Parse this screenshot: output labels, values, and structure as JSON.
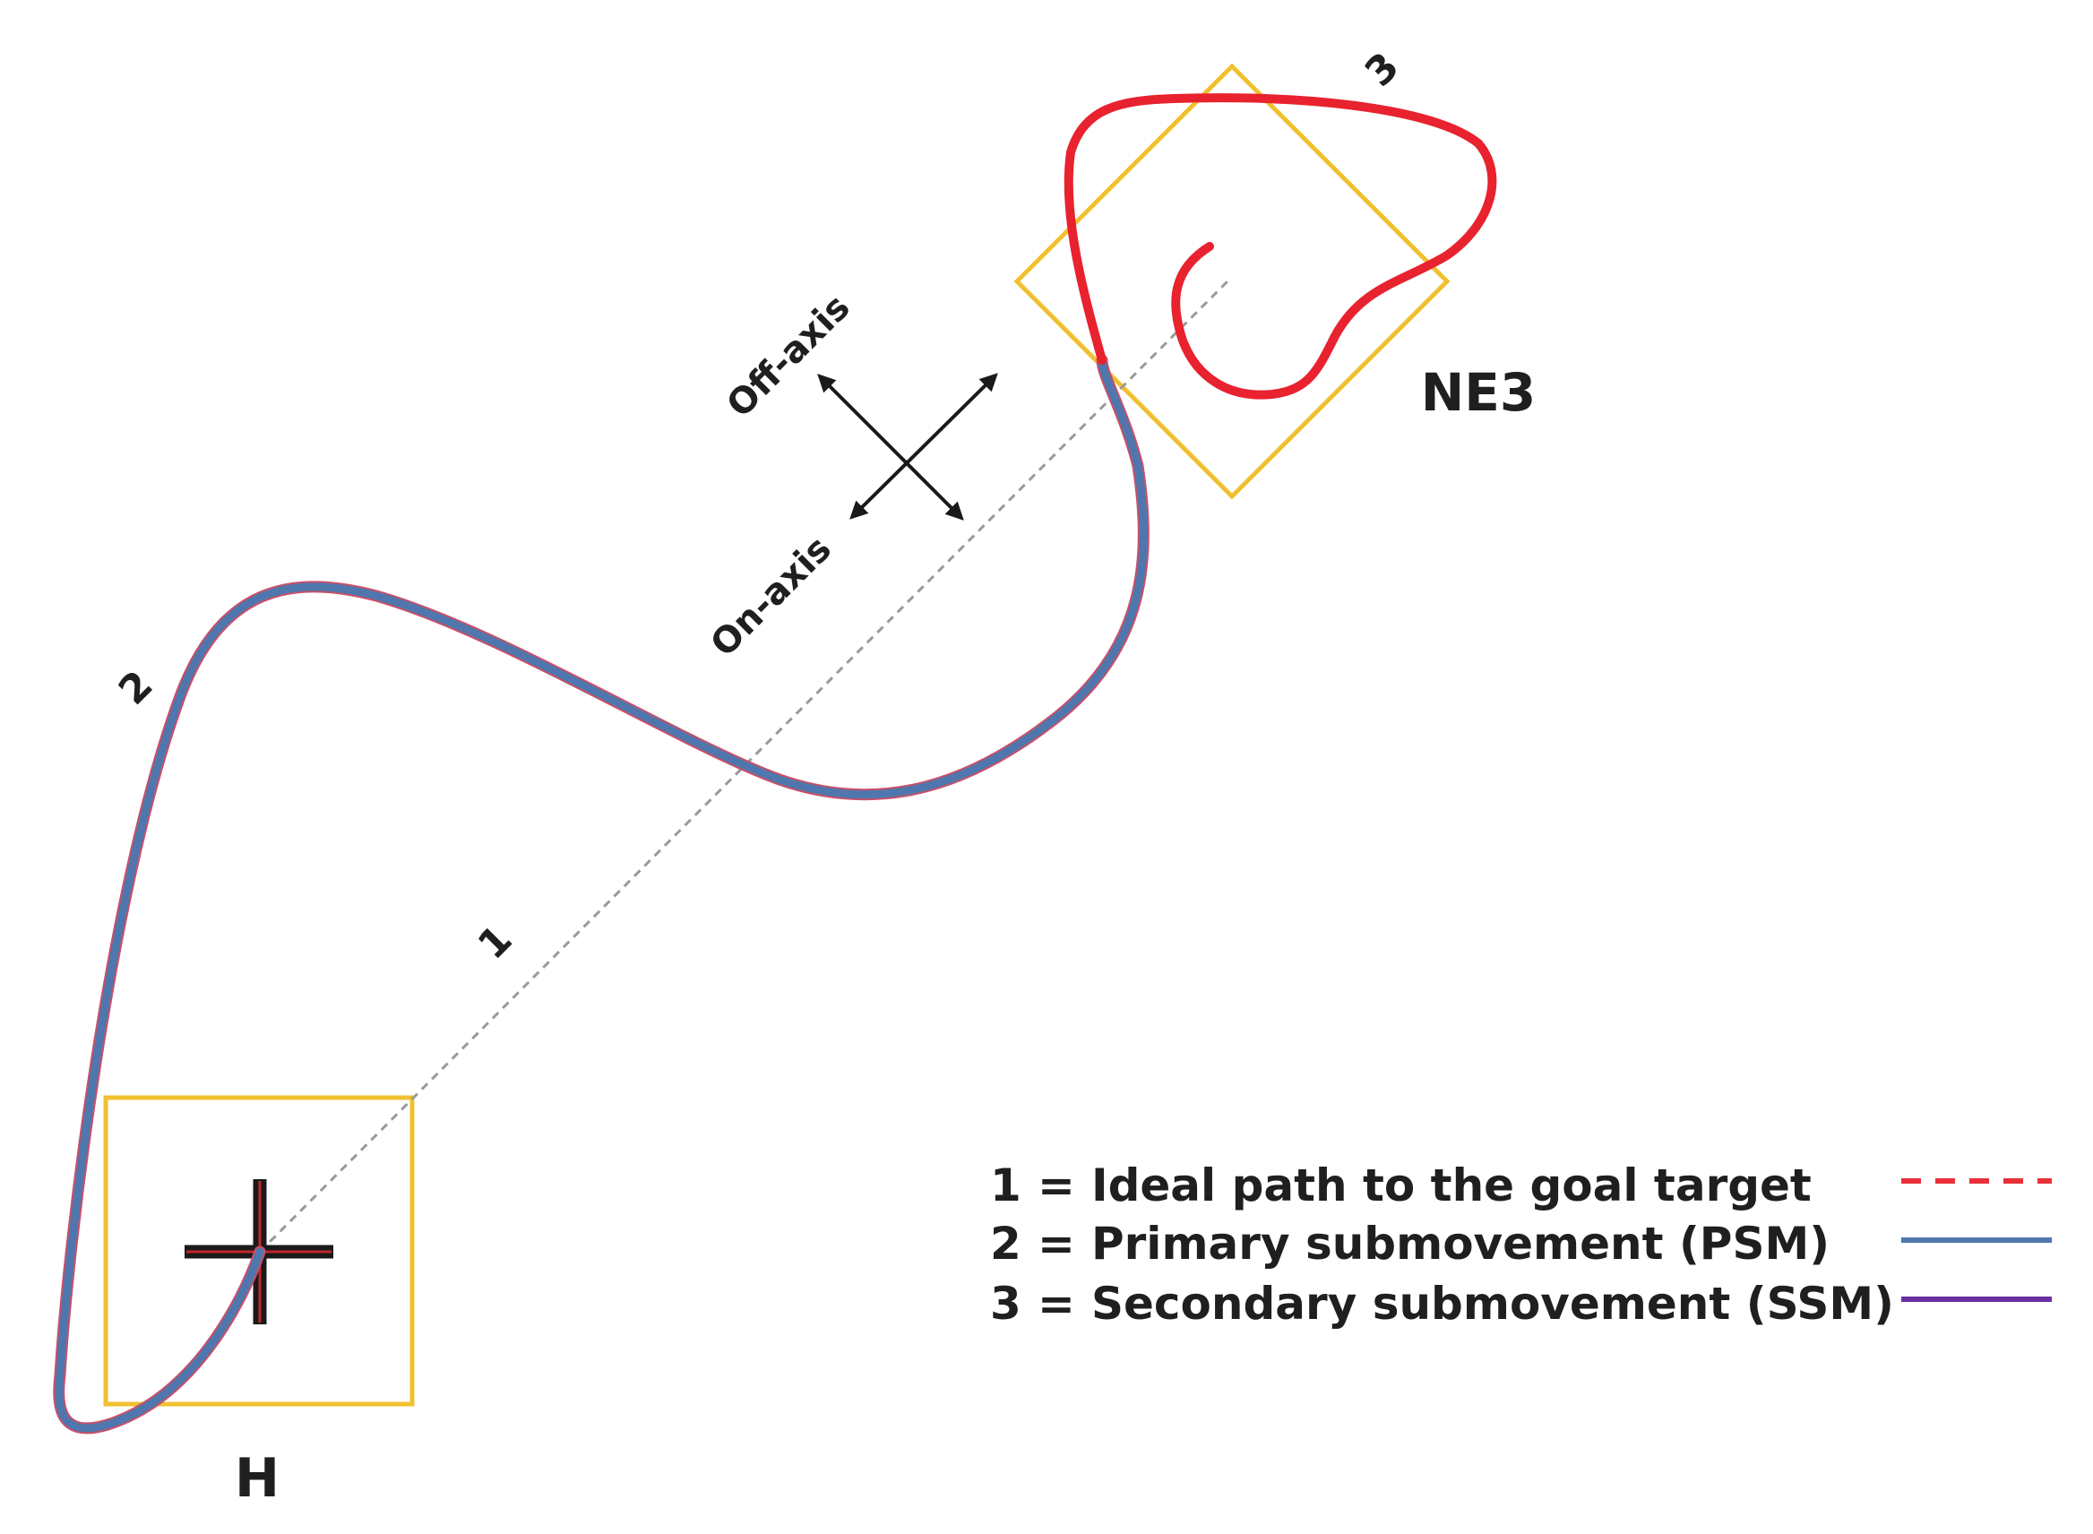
{
  "labels": {
    "home": "H",
    "goal": "NE3",
    "off_axis": "Off-axis",
    "on_axis": "On-axis",
    "path_1": "1",
    "path_2": "2",
    "path_3": "3"
  },
  "legend": [
    {
      "number": "1",
      "equals": "=",
      "text": "Ideal path to the goal target",
      "line_style": "dashed",
      "color": "#e8303a"
    },
    {
      "number": "2",
      "equals": "=",
      "text": "Primary submovement (PSM)",
      "line_style": "solid",
      "color": "#4f77ad"
    },
    {
      "number": "3",
      "equals": "=",
      "text": "Secondary submovement (SSM)",
      "line_style": "solid",
      "color": "#6a2fa0"
    }
  ],
  "colors": {
    "target_box": "#f0c030",
    "primary_path": "#4f77ad",
    "primary_path_edge": "#c8506a",
    "secondary_path": "#e8222e",
    "ideal_path": "#9a9a9a",
    "crosshair": "#1a1a1a",
    "crosshair_inner": "#c0282a",
    "arrows": "#1a1a1a"
  }
}
